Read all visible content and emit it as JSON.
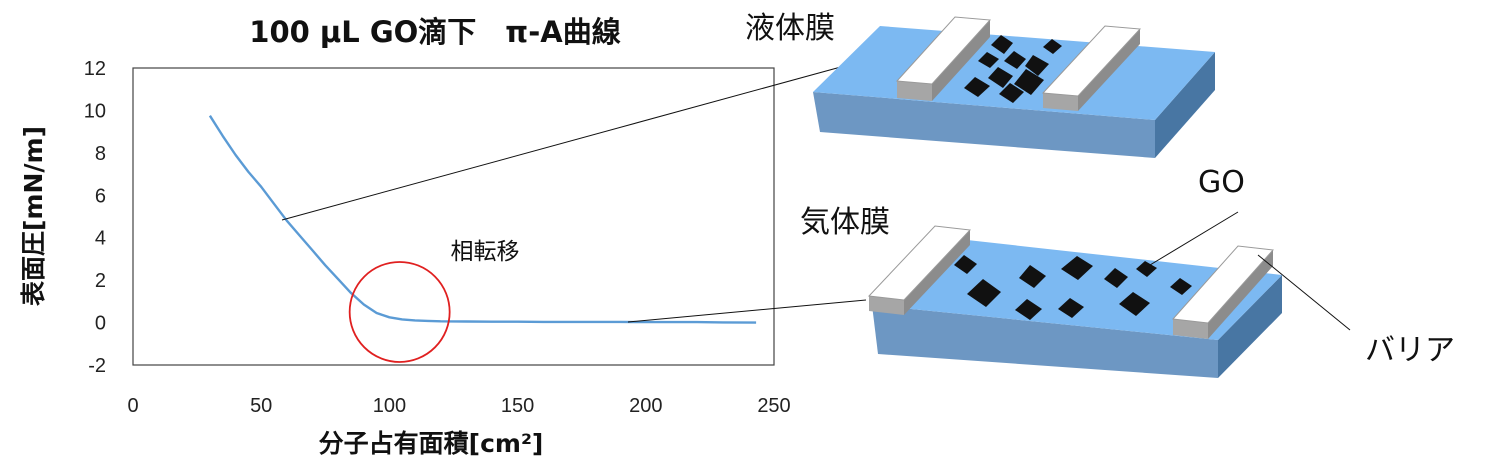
{
  "chart_data": {
    "type": "line",
    "title": "100 μL GO滴下　π-A曲線",
    "xlabel": "分子占有面積[cm²]",
    "ylabel": "表面圧[mN/m]",
    "xlim": [
      0,
      250
    ],
    "ylim": [
      -2,
      12
    ],
    "xticks": [
      "0",
      "50",
      "100",
      "150",
      "200",
      "250"
    ],
    "yticks": [
      "12",
      "10",
      "8",
      "6",
      "4",
      "2",
      "0",
      "-2"
    ],
    "grid": false,
    "series": [
      {
        "color": "#5b9bd5",
        "x": [
          30,
          35,
          40,
          45,
          50,
          55,
          60,
          65,
          70,
          75,
          80,
          85,
          90,
          95,
          100,
          105,
          110,
          115,
          120,
          130,
          140,
          150,
          160,
          170,
          180,
          190,
          200,
          210,
          220,
          230,
          243
        ],
        "y": [
          9.75,
          8.8,
          7.9,
          7.1,
          6.4,
          5.6,
          4.8,
          4.1,
          3.4,
          2.7,
          2.05,
          1.4,
          0.85,
          0.45,
          0.25,
          0.15,
          0.1,
          0.08,
          0.06,
          0.05,
          0.04,
          0.04,
          0.03,
          0.03,
          0.03,
          0.03,
          0.02,
          0.02,
          0.02,
          0.01,
          0.0
        ]
      }
    ],
    "annotations": {
      "phase_transition": {
        "text": "相転移",
        "x": 104,
        "y": 0.5,
        "color": "#e02020"
      }
    }
  },
  "diagrams": {
    "liquid_film_label": "液体膜",
    "gas_film_label": "気体膜",
    "go_label": "GO",
    "barrier_label": "バリア"
  },
  "colors": {
    "trough_top": "#7cb9f2",
    "trough_front": "#6d97c3",
    "trough_side": "#4876a3",
    "barrier_top": "#ffffff",
    "barrier_side": "#a6a6a6",
    "flake": "#111111"
  }
}
